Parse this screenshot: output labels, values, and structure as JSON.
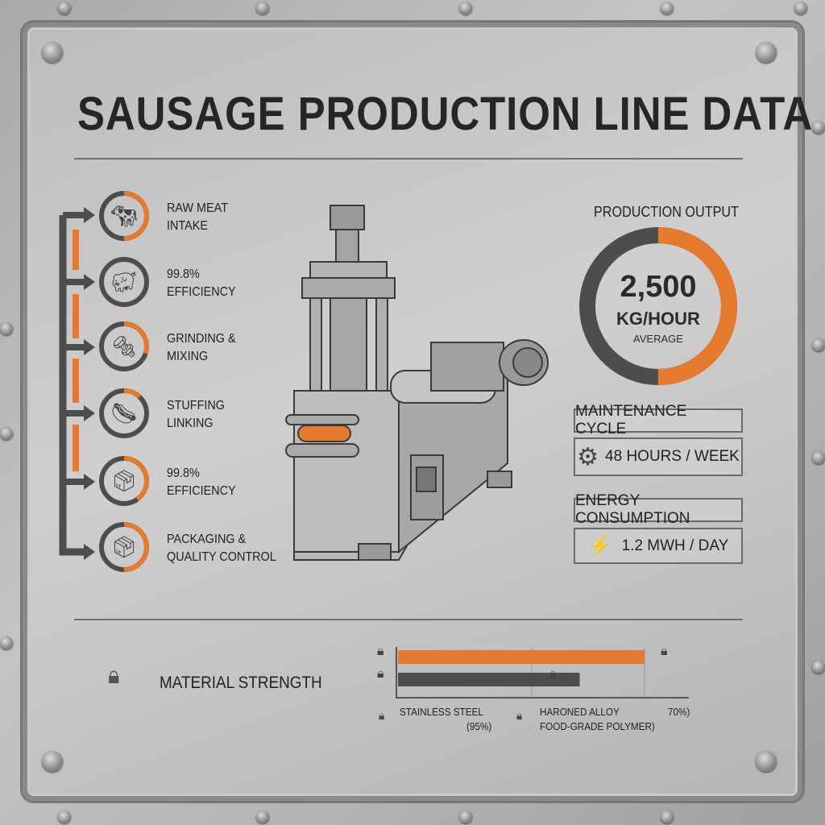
{
  "title": "SAUSAGE PRODUCTION LINE DATA",
  "colors": {
    "accent": "#e57a2e",
    "dark": "#4d4d4f",
    "metal": "#bdbdbd"
  },
  "process_steps": [
    {
      "line1": "RAW MEAT",
      "line2": "INTAKE",
      "icon": "cow-icon",
      "progress": 0.5
    },
    {
      "line1": "99.8%",
      "line2": "EFFICIENCY",
      "icon": "pig-icon",
      "progress": 0
    },
    {
      "line1": "GRINDING &",
      "line2": "MIXING",
      "icon": "grinder-screw-icon",
      "progress": 0.3
    },
    {
      "line1": "STUFFING",
      "line2": "LINKING",
      "icon": "sausage-icon",
      "progress": 0.12
    },
    {
      "line1": "99.8%",
      "line2": "EFFICIENCY",
      "icon": "box-icon",
      "progress": 0.4
    },
    {
      "line1": "PACKAGING &",
      "line2": "QUALITY CONTROL",
      "icon": "package-icon",
      "progress": 0.5
    }
  ],
  "production": {
    "heading": "PRODUCTION OUTPUT",
    "value": "2,500",
    "unit": "KG/HOUR",
    "note": "AVERAGE",
    "fill": 0.5
  },
  "maintenance": {
    "heading": "MAINTENANCE CYCLE",
    "value": "48 HOURS / WEEK",
    "icon": "gear-icon"
  },
  "energy": {
    "heading": "ENERGY CONSUMPTION",
    "value": "1.2 MWH / DAY",
    "icon": "lightning-icon"
  },
  "material": {
    "heading": "MATERIAL STRENGTH",
    "bars": [
      {
        "value": 95,
        "color": "#e57a2e"
      },
      {
        "value": 70,
        "color": "#4d4d4f"
      }
    ],
    "labels": {
      "a1": "STAINLESS STEEL",
      "a2": "(95%)",
      "b1": "HARONED ALLOY",
      "b2": "FOOD-GRADE POLYMER)",
      "c": "70%)"
    }
  }
}
